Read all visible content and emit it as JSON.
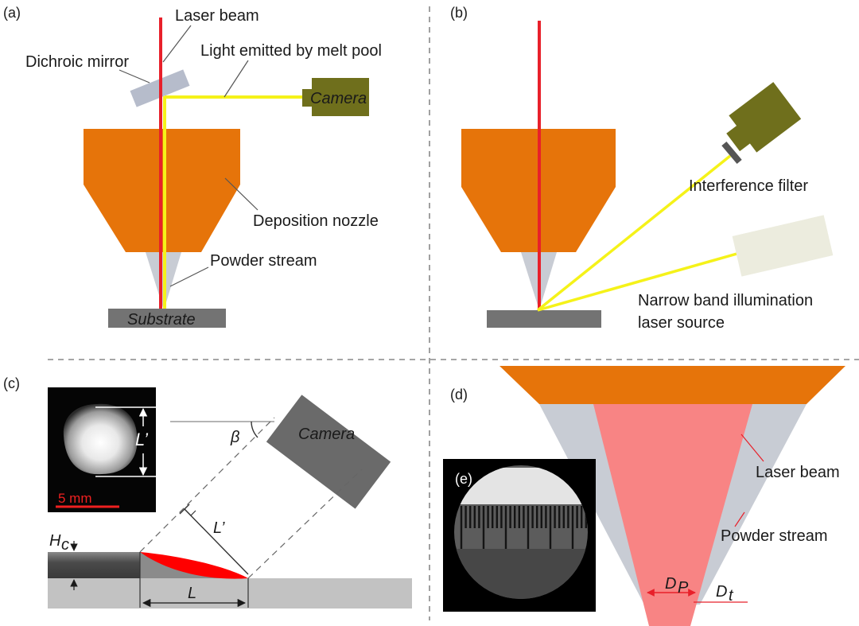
{
  "colors": {
    "nozzle": "#e6740a",
    "laser_red": "#e8202a",
    "yellow": "#f5f219",
    "powder": "#c8ccd4",
    "substrate": "#737373",
    "camera_olive": "#6f6f1c",
    "mirror": "#b6bccb",
    "laser_source": "#ececde",
    "camera_gray": "#6a6a6a",
    "beam_pink": "#f88484",
    "melt_red": "#ff0000",
    "scale_red": "#ee2020"
  },
  "panel_a": {
    "tag": "(a)",
    "laser_beam": "Laser beam",
    "dichroic_mirror": "Dichroic mirror",
    "light_emitted": "Light emitted by melt pool",
    "camera": "Camera",
    "deposition_nozzle": "Deposition nozzle",
    "powder_stream": "Powder stream",
    "substrate": "Substrate"
  },
  "panel_b": {
    "tag": "(b)",
    "interference_filter": "Interference filter",
    "illumination_line1": "Narrow band illumination",
    "illumination_line2": "laser source"
  },
  "panel_c": {
    "tag": "(c)",
    "l_prime": "L’",
    "scale": "5 mm",
    "beta": "β",
    "camera": "Camera",
    "h": "H",
    "h_sub": "c",
    "l": "L"
  },
  "panel_d": {
    "tag": "(d)",
    "laser_beam": "Laser beam",
    "powder_stream": "Powder stream",
    "d": "D",
    "dp_sub": "P",
    "dt_sub": "t"
  },
  "panel_e": {
    "tag": "(e)"
  }
}
